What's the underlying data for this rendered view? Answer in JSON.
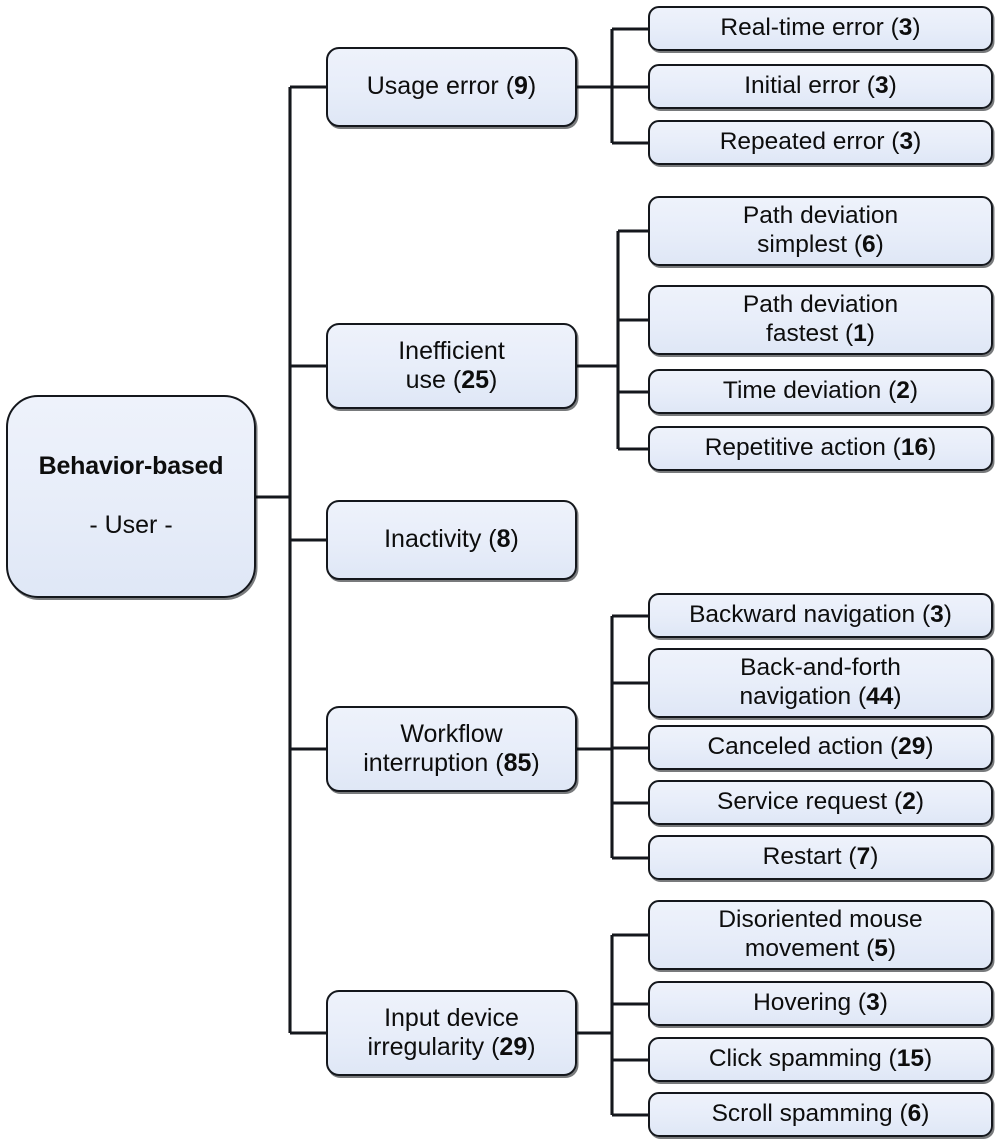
{
  "diagram": {
    "title": "Behavior-based user taxonomy tree",
    "type": "tree",
    "colors": {
      "node_fill_top": "#eef2fb",
      "node_fill_bottom": "#dfe7f6",
      "node_border": "#14171c",
      "connector": "#14171c",
      "text": "#0d0d0d",
      "background": "#ffffff"
    },
    "root": {
      "line1": "Behavior-based",
      "line2": "- User -"
    },
    "categories": [
      {
        "id": "usage-error",
        "label": "Usage error",
        "count": "9",
        "text": "Usage error (9)",
        "children": [
          {
            "id": "real-time-error",
            "label": "Real-time error",
            "count": "3",
            "text": "Real-time error (3)",
            "lines": 1
          },
          {
            "id": "initial-error",
            "label": "Initial error",
            "count": "3",
            "text": "Initial error (3)",
            "lines": 1
          },
          {
            "id": "repeated-error",
            "label": "Repeated error",
            "count": "3",
            "text": "Repeated error (3)",
            "lines": 1
          }
        ]
      },
      {
        "id": "inefficient-use",
        "label": "Inefficient use",
        "count": "25",
        "text": "Inefficient\nuse (25)",
        "children": [
          {
            "id": "path-deviation-simplest",
            "label": "Path deviation simplest",
            "count": "6",
            "text": "Path deviation\nsimplest (6)",
            "lines": 2
          },
          {
            "id": "path-deviation-fastest",
            "label": "Path deviation fastest",
            "count": "1",
            "text": "Path deviation\nfastest (1)",
            "lines": 2
          },
          {
            "id": "time-deviation",
            "label": "Time deviation",
            "count": "2",
            "text": "Time deviation (2)",
            "lines": 1
          },
          {
            "id": "repetitive-action",
            "label": "Repetitive action",
            "count": "16",
            "text": "Repetitive action (16)",
            "lines": 1
          }
        ]
      },
      {
        "id": "inactivity",
        "label": "Inactivity",
        "count": "8",
        "text": "Inactivity (8)",
        "children": []
      },
      {
        "id": "workflow-interruption",
        "label": "Workflow interruption",
        "count": "85",
        "text": "Workflow\ninterruption (85)",
        "children": [
          {
            "id": "backward-navigation",
            "label": "Backward navigation",
            "count": "3",
            "text": "Backward navigation (3)",
            "lines": 1
          },
          {
            "id": "back-and-forth-navigation",
            "label": "Back-and-forth navigation",
            "count": "44",
            "text": "Back-and-forth\nnavigation (44)",
            "lines": 2
          },
          {
            "id": "canceled-action",
            "label": "Canceled action",
            "count": "29",
            "text": "Canceled action (29)",
            "lines": 1
          },
          {
            "id": "service-request",
            "label": "Service request",
            "count": "2",
            "text": "Service request (2)",
            "lines": 1
          },
          {
            "id": "restart",
            "label": "Restart",
            "count": "7",
            "text": "Restart (7)",
            "lines": 1
          }
        ]
      },
      {
        "id": "input-device-irregularity",
        "label": "Input device irregularity",
        "count": "29",
        "text": "Input device\nirregularity (29)",
        "children": [
          {
            "id": "disoriented-mouse-movement",
            "label": "Disoriented mouse movement",
            "count": "5",
            "text": "Disoriented mouse\nmovement (5)",
            "lines": 2
          },
          {
            "id": "hovering",
            "label": "Hovering",
            "count": "3",
            "text": "Hovering (3)",
            "lines": 1
          },
          {
            "id": "click-spamming",
            "label": "Click spamming",
            "count": "15",
            "text": "Click spamming (15)",
            "lines": 1
          },
          {
            "id": "scroll-spamming",
            "label": "Scroll spamming",
            "count": "6",
            "text": "Scroll spamming (6)",
            "lines": 1
          }
        ]
      }
    ]
  }
}
